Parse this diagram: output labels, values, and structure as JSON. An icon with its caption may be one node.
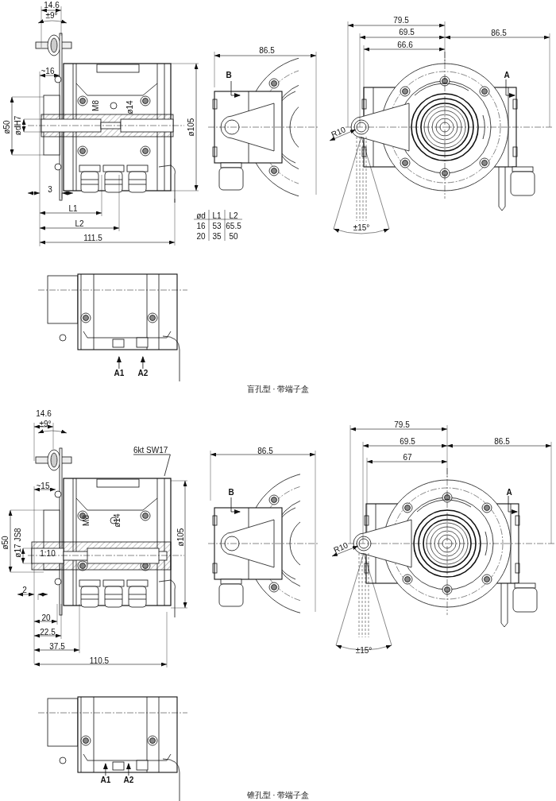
{
  "diagram": {
    "nodes": [
      {
        "text": [
          "A1"
        ]
      },
      {
        "text": [
          "A2"
        ]
      },
      {
        "text": [
          "6kt SW17"
        ]
      },
      {
        "text": [
          "A1"
        ]
      },
      {
        "text": [
          "A2"
        ]
      }
    ],
    "edges": [
      {
        "from": 0,
        "to": null,
        "arrow": "to"
      },
      {
        "from": 1,
        "to": null,
        "arrow": "to"
      },
      {
        "from": 2,
        "to": null,
        "arrow": "none"
      },
      {
        "from": 3,
        "to": null,
        "arrow": "to"
      },
      {
        "from": 4,
        "to": null,
        "arrow": "to"
      }
    ],
    "labels": [
      "14.6",
      "±9°",
      "~16",
      "ø50",
      "ødH7",
      "M8",
      "ø14",
      "ø105",
      "3",
      "L1",
      "L2",
      "111.5",
      "86.5",
      "B",
      "ød",
      "L1",
      "L2",
      "16",
      "53",
      "65.5",
      "20",
      "35",
      "50",
      "79.5",
      "69.5",
      "66.6",
      "86.5",
      "A",
      "R10",
      "±15°",
      "盲孔型 · 带端子盒",
      "14.6",
      "±9°",
      "~15",
      "ø50",
      "ø17 JS8",
      "1:10",
      "M8",
      "ø14",
      "ø105",
      "2",
      "20",
      "22.5",
      "37.5",
      "110.5",
      "86.5",
      "B",
      "79.5",
      "69.5",
      "67",
      "86.5",
      "A",
      "R10",
      "±15°",
      "锥孔型 · 带端子盒"
    ]
  }
}
